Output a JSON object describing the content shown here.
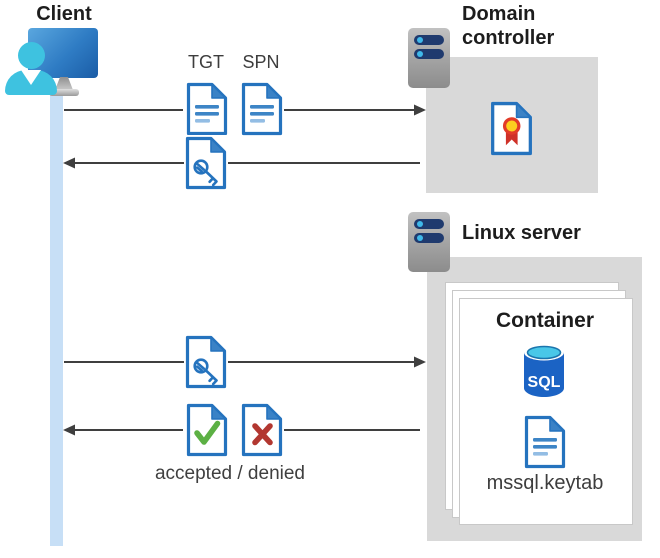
{
  "client": {
    "label": "Client"
  },
  "exchange_dc": {
    "tgt_label": "TGT",
    "spn_label": "SPN"
  },
  "domain_controller": {
    "title": "Domain controller"
  },
  "linux_server": {
    "title": "Linux server",
    "container": {
      "title": "Container",
      "sql_label": "SQL",
      "keytab_label": "mssql.keytab"
    }
  },
  "exchange_linux": {
    "result_label": "accepted / denied"
  },
  "colors": {
    "doc_border_blue": "#2573be",
    "doc_fold_blue": "#3a82c6",
    "doc_line_blue": "#3d85c6",
    "check_green": "#5cb044",
    "deny_red": "#b23730",
    "sql_body_blue": "#1b63c4",
    "sql_top_cyan": "#49c7e8",
    "person_cyan": "#3ec2e0",
    "monitor_blue": "#2f7cc4",
    "lifeline_blue": "#c7dff6",
    "box_gray": "#d9d9d9",
    "server_navy": "#1f3a6e",
    "arrow_gray": "#3f3f3f",
    "cert_ribbon_red": "#cf3128",
    "cert_seal_yellow": "#fccf1f"
  }
}
